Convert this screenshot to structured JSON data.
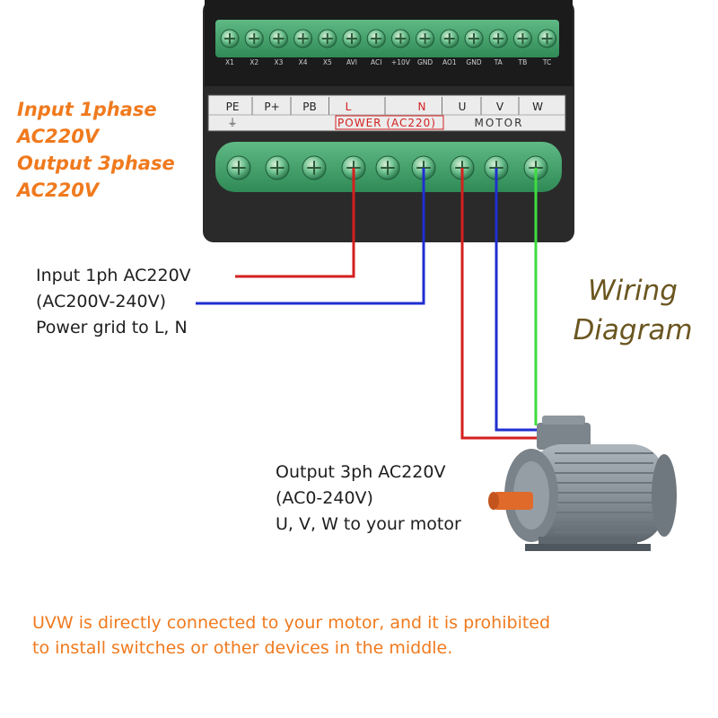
{
  "top_terminals": [
    "X1",
    "X2",
    "X3",
    "X4",
    "X5",
    "AVI",
    "ACI",
    "+10V",
    "GND",
    "AO1",
    "GND",
    "TA",
    "TB",
    "TC"
  ],
  "power_terminals": [
    "PE",
    "P+",
    "PB",
    "L",
    "N",
    "U",
    "V",
    "W"
  ],
  "power_group_label": "POWER (AC220)",
  "motor_group_label": "MOTOR",
  "spec_heading": [
    "Input 1phase",
    "AC220V",
    "Output 3phase",
    "AC220V"
  ],
  "input_note": [
    "Input 1ph AC220V",
    "(AC200V-240V)",
    "Power grid to L, N"
  ],
  "diagram_title": [
    "Wiring",
    "Diagram"
  ],
  "output_note": [
    "Output 3ph AC220V",
    "(AC0-240V)",
    "U, V, W to your motor"
  ],
  "warning": [
    "UVW is directly connected to your motor, and it is prohibited",
    "to install switches or other devices in the middle."
  ],
  "colors": {
    "accent_orange": "#f07a1e",
    "wire_red": "#d41f1f",
    "wire_blue": "#1f2fd0",
    "wire_green": "#3ede3e",
    "title_brown": "#6b5620",
    "terminal_green": "#4bb37a"
  }
}
